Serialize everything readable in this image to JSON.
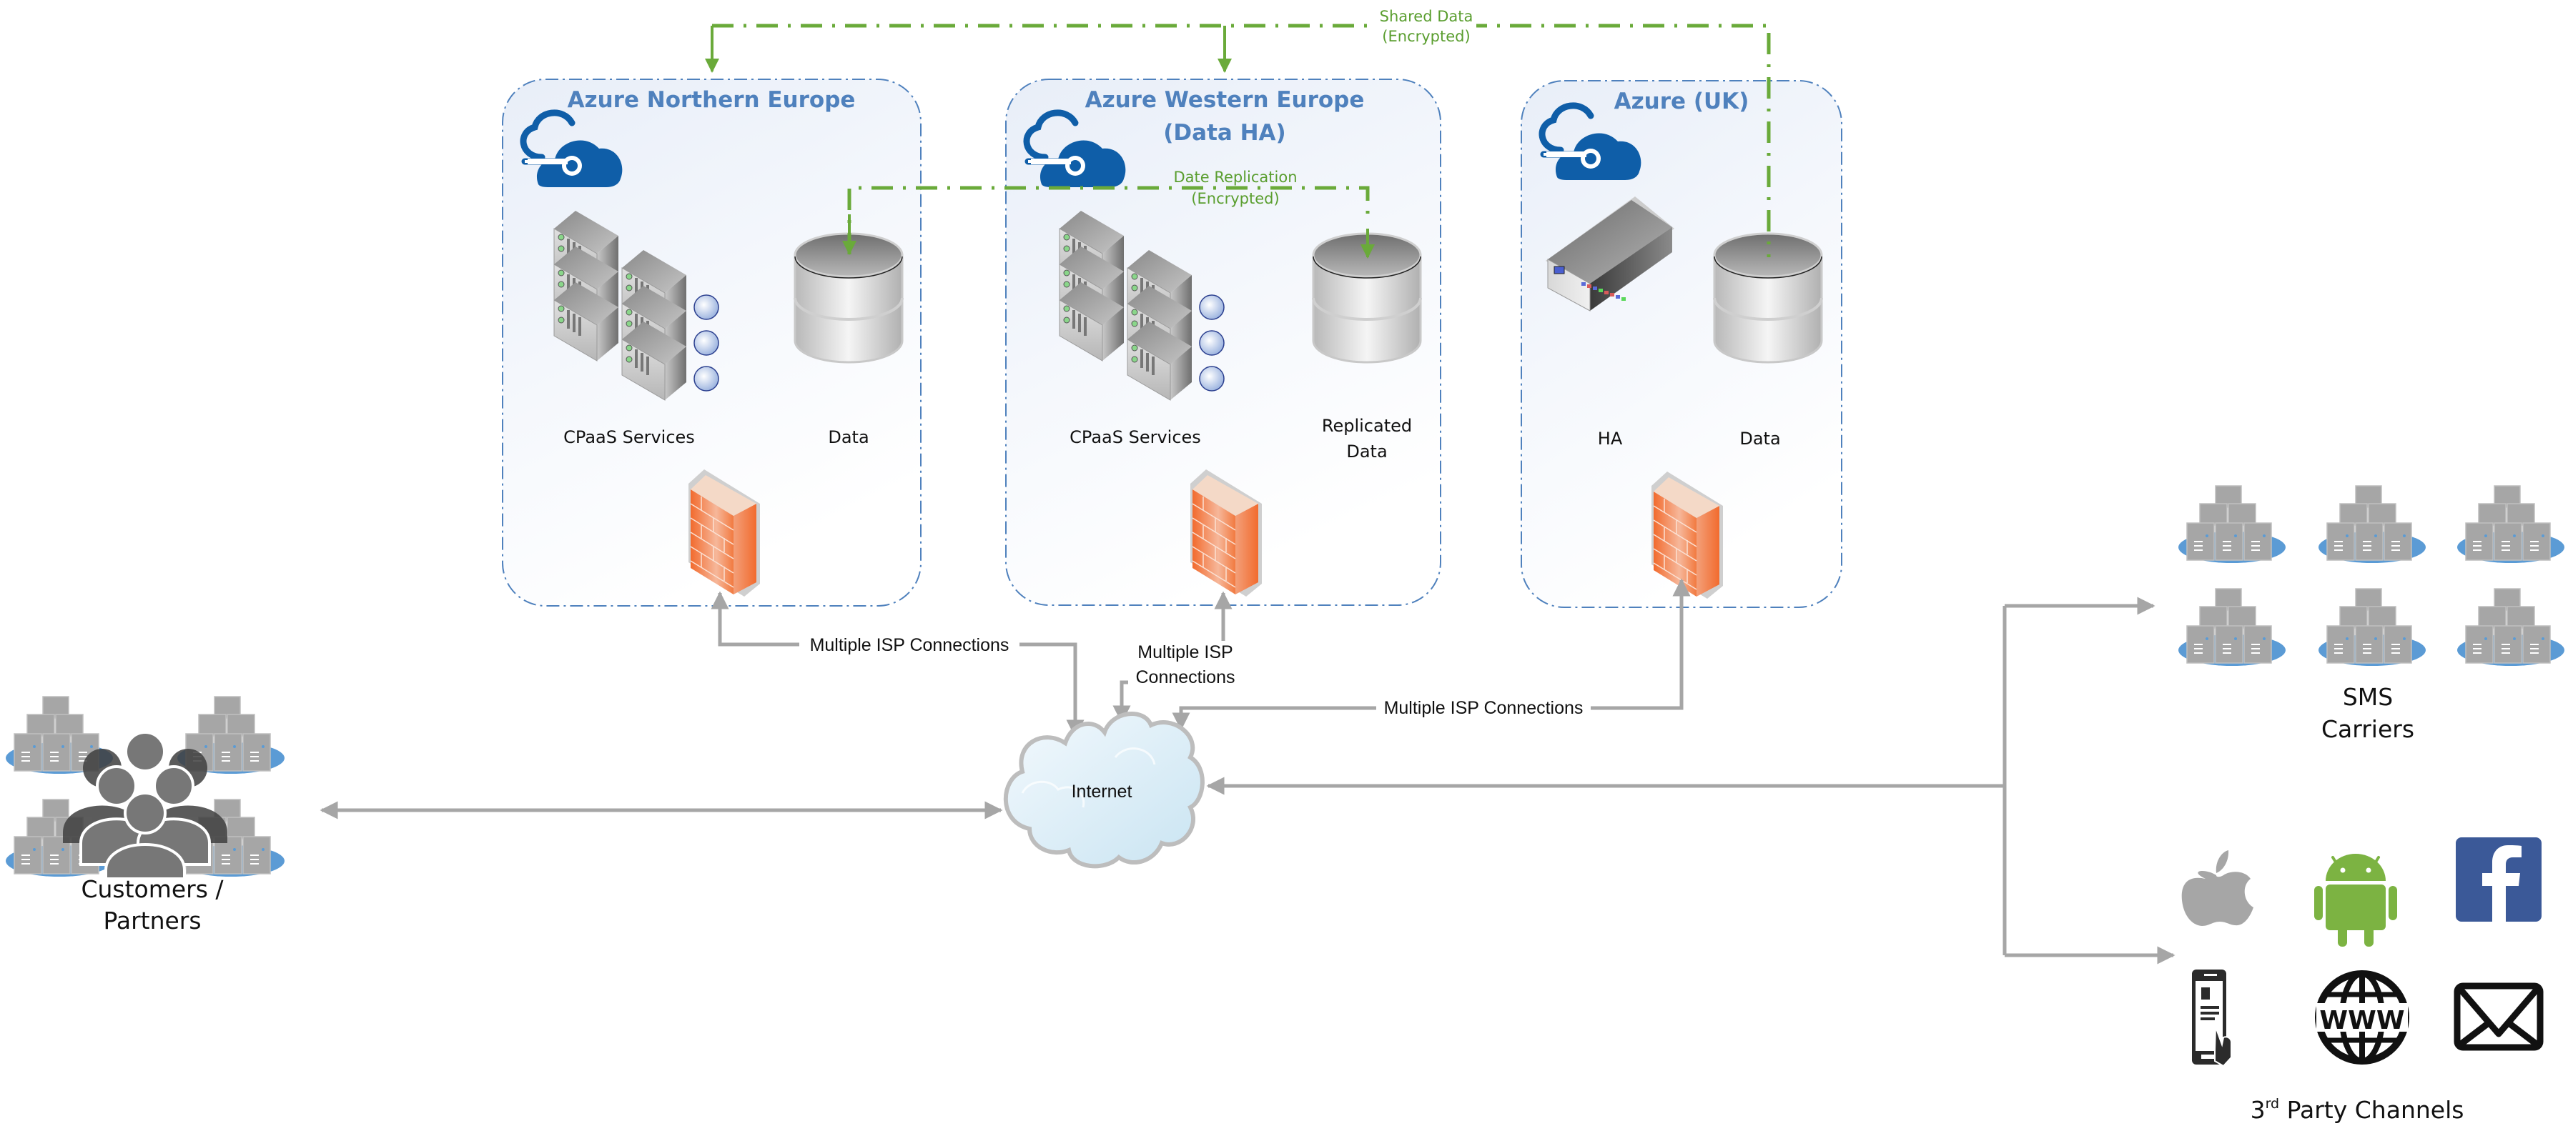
{
  "diagram": {
    "regions": [
      {
        "id": "northern-europe",
        "title": "Azure Northern Europe",
        "components": [
          {
            "type": "server-rack",
            "label": "CPaaS Services"
          },
          {
            "type": "database",
            "label": "Data"
          },
          {
            "type": "firewall",
            "label": ""
          }
        ]
      },
      {
        "id": "western-europe",
        "title_line1": "Azure Western Europe",
        "title_line2": "(Data HA)",
        "components": [
          {
            "type": "server-rack",
            "label": "CPaaS Services"
          },
          {
            "type": "database",
            "label_line1": "Replicated",
            "label_line2": "Data"
          },
          {
            "type": "firewall",
            "label": ""
          }
        ]
      },
      {
        "id": "uk",
        "title": "Azure (UK)",
        "components": [
          {
            "type": "network-appliance",
            "label": "HA"
          },
          {
            "type": "database",
            "label": "Data"
          },
          {
            "type": "firewall",
            "label": ""
          }
        ]
      }
    ],
    "flows": {
      "shared_data": {
        "line1": "Shared Data",
        "line2": "(Encrypted)"
      },
      "date_replication": {
        "line1": "Date Replication",
        "line2": "(Encrypted)"
      },
      "isp_northern": "Multiple ISP Connections",
      "isp_western_line1": "Multiple ISP",
      "isp_western_line2": "Connections",
      "isp_uk": "Multiple ISP Connections"
    },
    "internet": {
      "label": "Internet"
    },
    "customers": {
      "line1": "Customers /",
      "line2": "Partners"
    },
    "sms_carriers": {
      "line1": "SMS",
      "line2": "Carriers",
      "count": 6
    },
    "third_party": {
      "prefix": "3",
      "superscript": "rd",
      "suffix": " Party Channels",
      "channels": [
        "apple",
        "android",
        "facebook",
        "mobile-app",
        "web",
        "email"
      ]
    },
    "colors": {
      "region_border": "#4f81bd",
      "region_title": "#4f81bd",
      "azure_icon": "#0f5ea8",
      "encrypted_flow": "#6aaa3a",
      "connector": "#a6a6a6",
      "firewall": "#f26b2e",
      "facebook": "#3b5998",
      "android": "#7cb342",
      "apple": "#a6a6a6",
      "server_base": "#5b9bd5"
    }
  }
}
